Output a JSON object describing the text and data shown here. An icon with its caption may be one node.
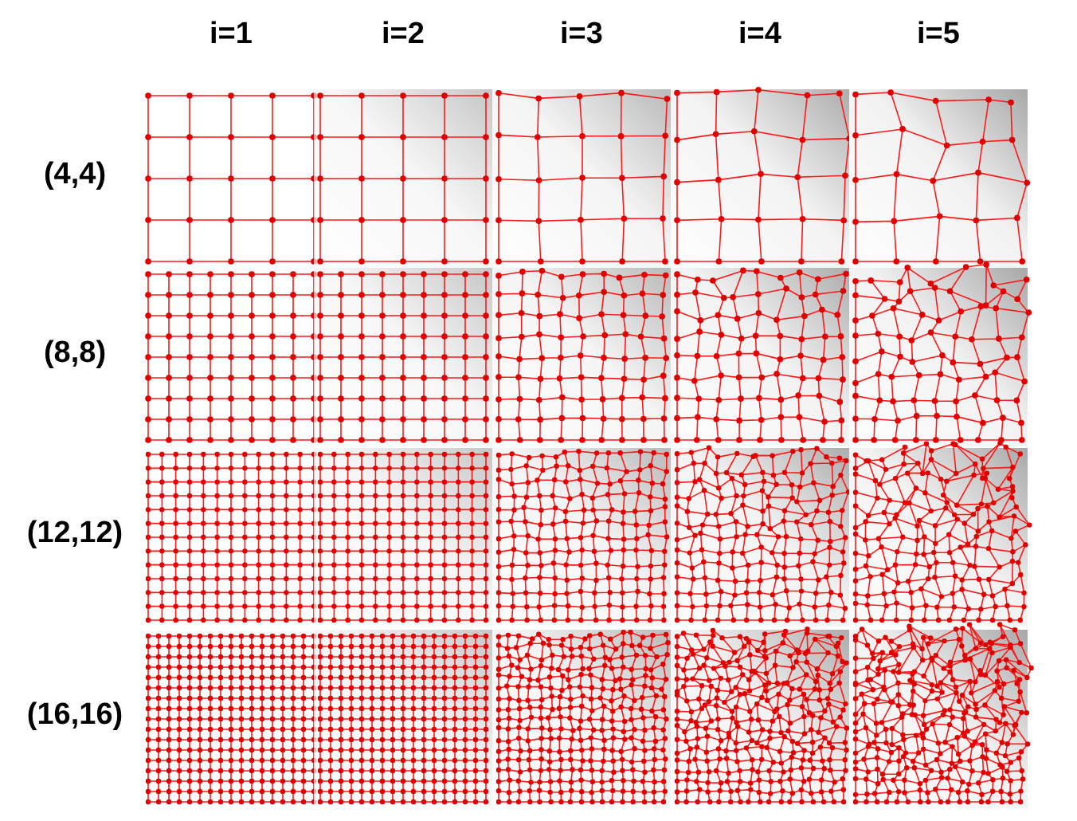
{
  "diagram": {
    "labels": [
      "i=1",
      "i=2",
      "i=3",
      "i=4",
      "i=5",
      "(4,4)",
      "(8,8)",
      "(12,12)",
      "(16,16)"
    ]
  }
}
